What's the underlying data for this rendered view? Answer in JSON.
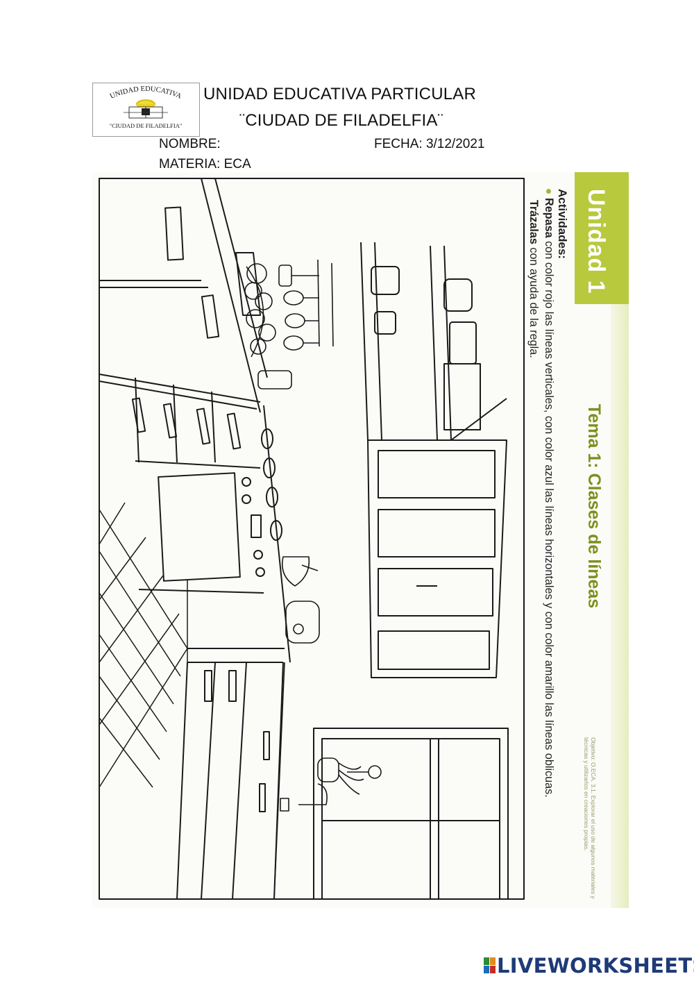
{
  "header": {
    "logo": {
      "top_text": "UNIDAD EDUCATIVA",
      "bottom_text": "\"CIUDAD DE FILADELFIA\""
    },
    "school_line1": "UNIDAD EDUCATIVA PARTICULAR",
    "school_line2": "¨CIUDAD DE FILADELFIA¨",
    "nombre_label": "NOMBRE:",
    "fecha_label": "FECHA: 3/12/2021",
    "materia_label": "MATERIA: ECA"
  },
  "worksheet": {
    "unit_label": "Unidad 1",
    "tema_title": "Tema 1: Clases de líneas",
    "actividades_title": "Actividades:",
    "instruction_1": {
      "bold": "Repasa",
      "text": " con color rojo las líneas verticales, con color azul las líneas horizontales y con color amarillo las líneas oblicuas."
    },
    "instruction_2": {
      "bold": "Trázalas",
      "text": " con ayuda de la regla."
    },
    "objetivo": "Objetivo: O.ECA. 3.1. Explorar el uso de algunos materiales y técnicas y utilizarlos en creaciones propias.",
    "colors": {
      "band": "#b8c93e",
      "title": "#7f8f1c"
    }
  },
  "footer": {
    "brand": "LIVEWORKSHEETS",
    "brand_color": "#1e3a78"
  }
}
